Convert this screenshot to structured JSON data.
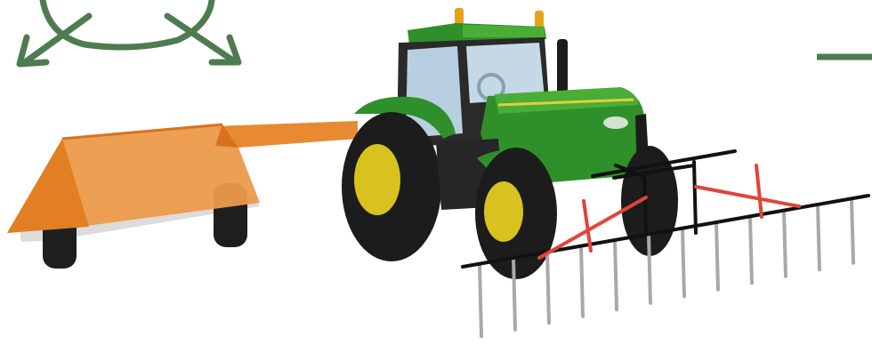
{
  "scene": {
    "subject": "tractor-with-trailer-and-weeding-harrow",
    "elements": [
      "rotation-arrows-icon",
      "trailer-frame",
      "tractor",
      "harrow-frame",
      "harrow-tines",
      "harrow-joints",
      "direction-line"
    ]
  },
  "colors": {
    "arrow_green": "#4e7b4f",
    "trailer_orange": "#e88a32",
    "trailer_orange_dark": "#d9721c",
    "tractor_green": "#2f8f2a",
    "tractor_green_light": "#49ad37",
    "tractor_dark": "#1c1c1c",
    "rim_yellow": "#d8c21f",
    "cab_glass": "#b7cfe0",
    "beacon_orange": "#e8a21a",
    "harrow_black": "#111111",
    "joint_red": "#e0443a",
    "tine_gray": "#a9a9a9",
    "shadow_gray": "#d9d9d9"
  }
}
